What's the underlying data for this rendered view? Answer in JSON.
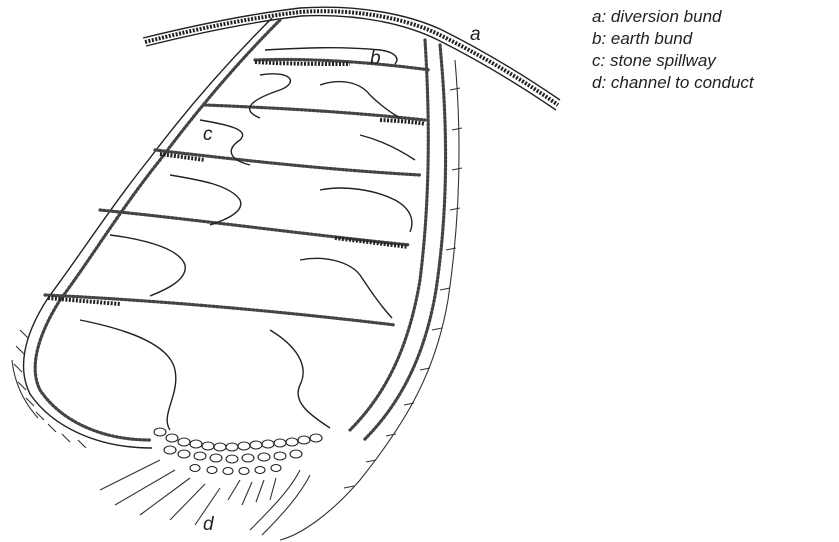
{
  "legend": {
    "items": [
      {
        "key": "a",
        "text": "a: diversion bund"
      },
      {
        "key": "b",
        "text": "b: earth bund"
      },
      {
        "key": "c",
        "text": "c: stone spillway"
      },
      {
        "key": "d",
        "text": "d: channel to conduct"
      }
    ]
  },
  "callouts": {
    "a": "a",
    "b": "b",
    "c": "c",
    "d": "d"
  },
  "colors": {
    "ink": "#222222",
    "background": "#ffffff"
  }
}
